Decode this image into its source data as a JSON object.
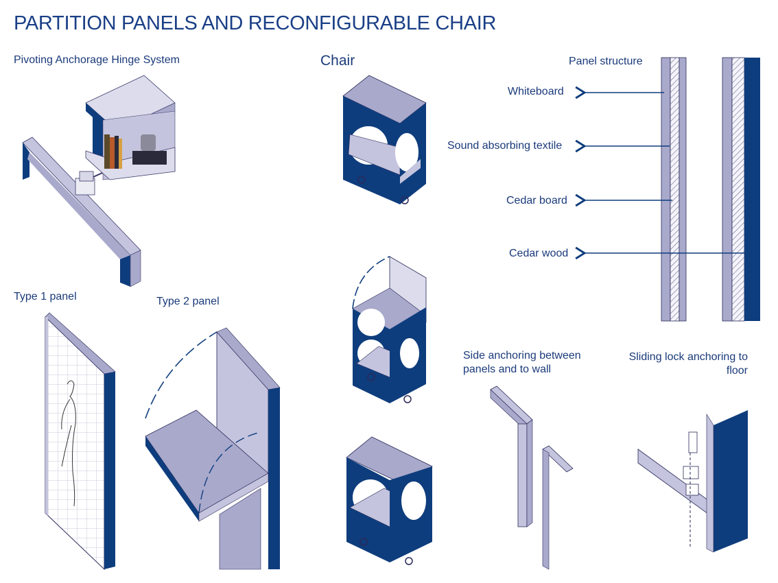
{
  "title": "PARTITION PANELS AND RECONFIGURABLE CHAIR",
  "labels": {
    "hinge": "Pivoting Anchorage Hinge System",
    "chair": "Chair",
    "panel_structure": "Panel structure",
    "type1": "Type 1 panel",
    "type2": "Type 2 panel",
    "side_anchoring": "Side anchoring between panels and to wall",
    "sliding_lock": "Sliding lock anchoring to floor"
  },
  "layers": [
    {
      "label": "Whiteboard"
    },
    {
      "label": "Sound absorbing textile"
    },
    {
      "label": "Cedar board"
    },
    {
      "label": "Cedar wood"
    }
  ],
  "colors": {
    "navy": "#0e3d7d",
    "lavender": "#a9a9cc",
    "light_lavender": "#c4c4de",
    "pale": "#dcdcec",
    "text": "#1a3a7a"
  }
}
